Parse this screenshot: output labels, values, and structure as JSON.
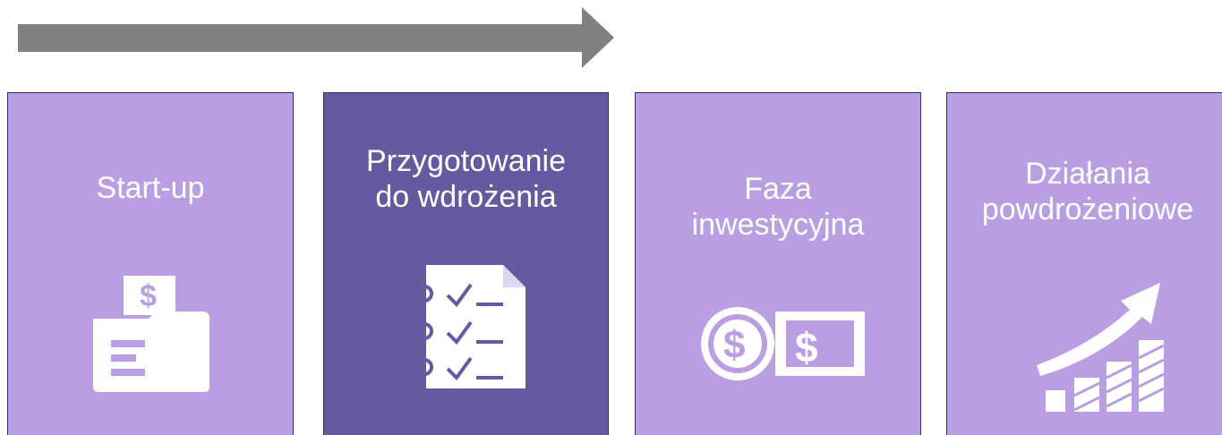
{
  "colors": {
    "arrow": "#808080",
    "card_light": "#b99fe1",
    "card_dark": "#655a9f",
    "card_border": "#2f2d82",
    "text": "#ffffff"
  },
  "stages": [
    {
      "title": "Start-up",
      "icon": "money-document-icon",
      "highlighted": false
    },
    {
      "title": "Przygotowanie\ndo wdrożenia",
      "icon": "checklist-icon",
      "highlighted": true
    },
    {
      "title": "Faza\ninwestycyjna",
      "icon": "coin-banknote-icon",
      "highlighted": false
    },
    {
      "title": "Działania\npowdrożeniowe",
      "icon": "growth-bar-chart-icon",
      "highlighted": false
    }
  ]
}
